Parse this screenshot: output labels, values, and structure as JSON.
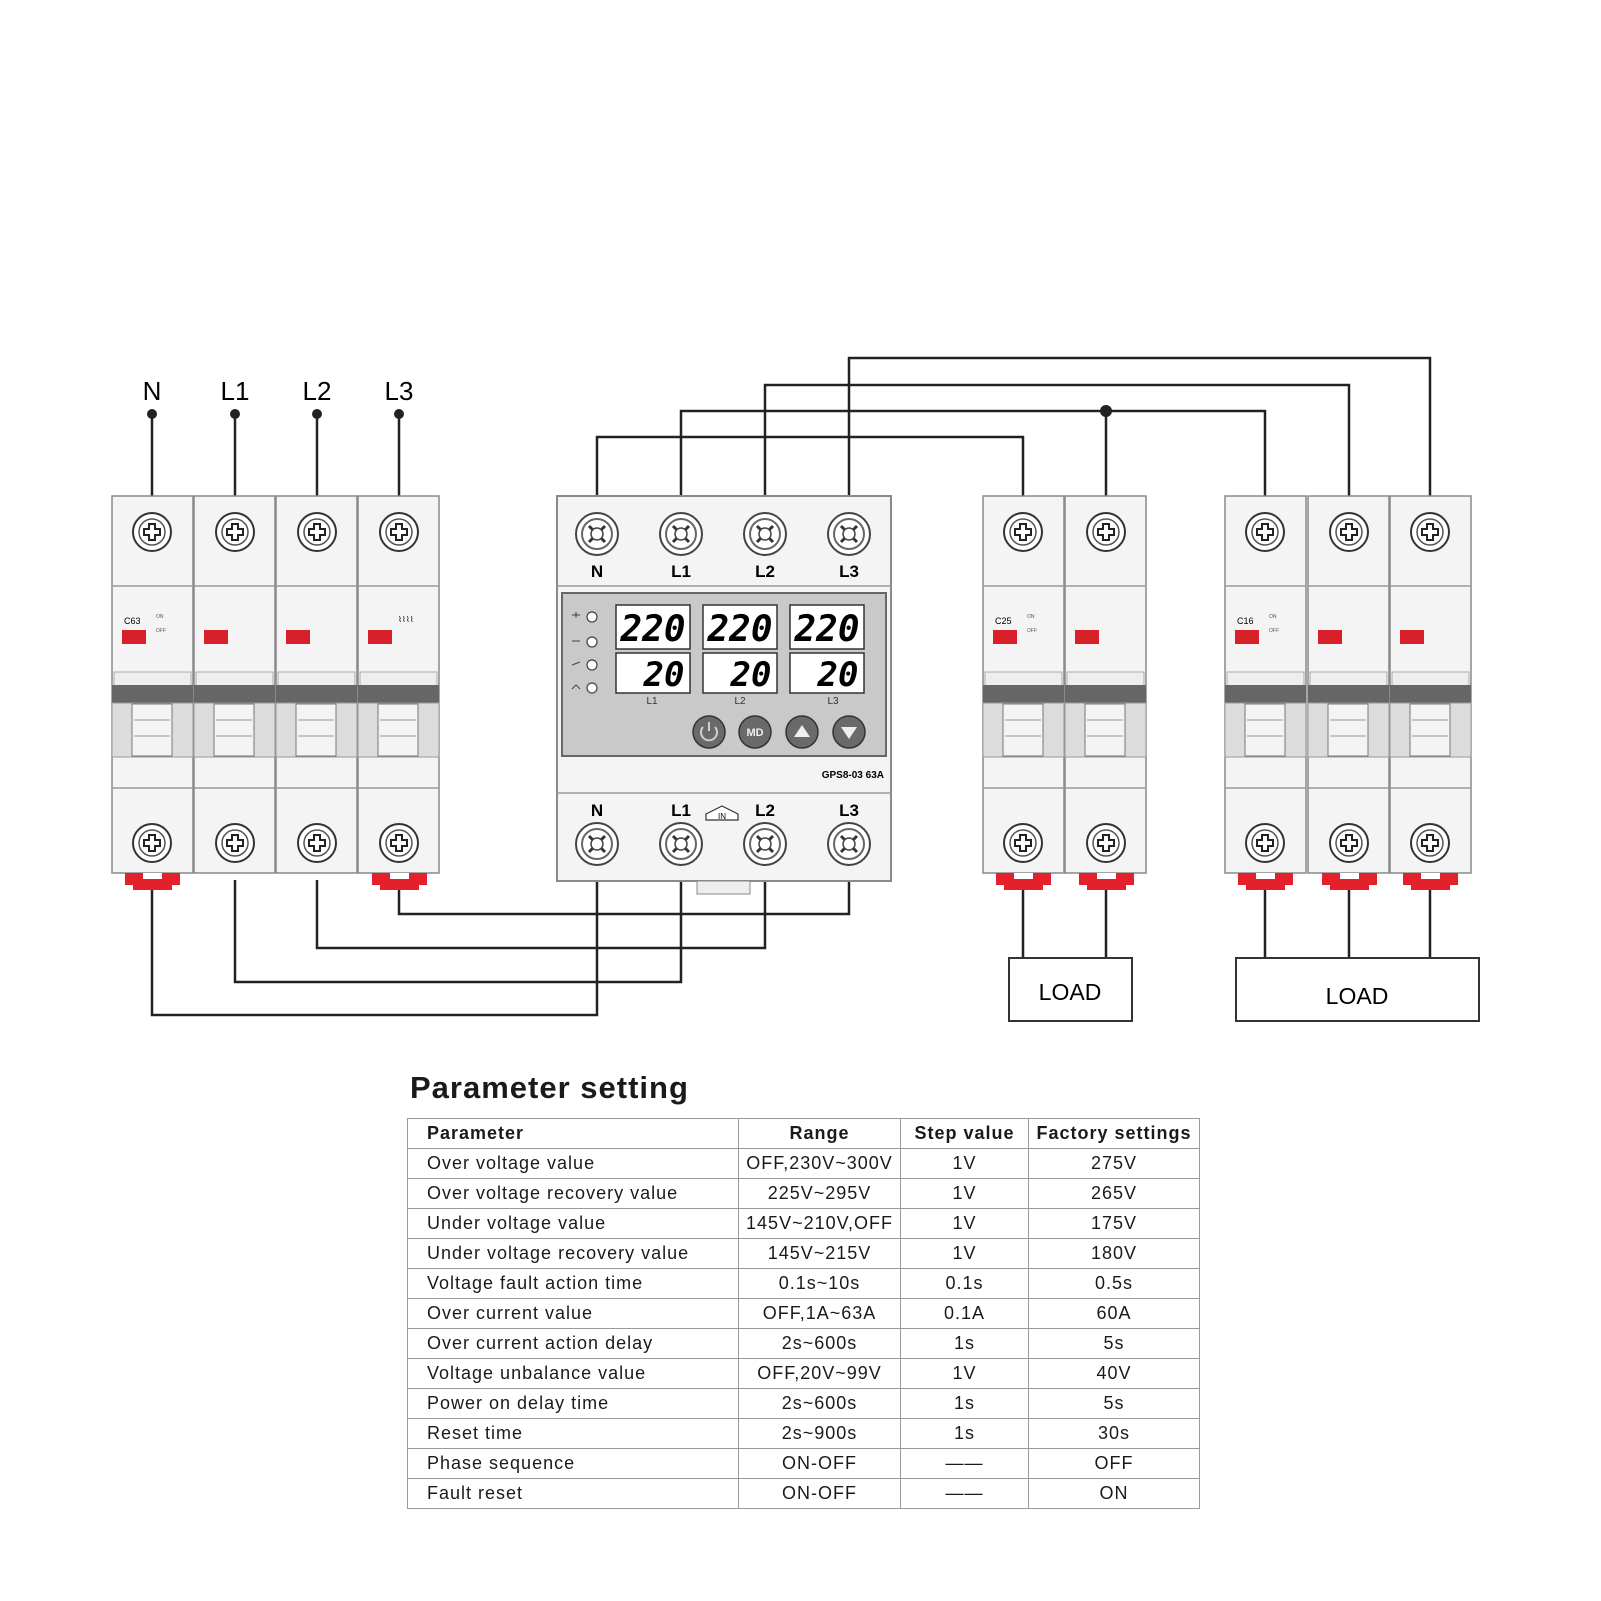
{
  "inputs": {
    "n": "N",
    "l1": "L1",
    "l2": "L2",
    "l3": "L3"
  },
  "breaker_main": {
    "rating": "C63",
    "on": "ON",
    "off": "OFF"
  },
  "breaker_load1": {
    "rating": "C25",
    "on": "ON",
    "off": "OFF"
  },
  "breaker_load2": {
    "rating": "C16",
    "on": "ON",
    "off": "OFF"
  },
  "protector": {
    "top_terminals": [
      "N",
      "L1",
      "L2",
      "L3"
    ],
    "bottom_terminals": [
      "N",
      "L1",
      "L2",
      "L3"
    ],
    "in_label": "IN",
    "voltage_readings": [
      "220",
      "220",
      "220"
    ],
    "current_readings": [
      "20",
      "20",
      "20"
    ],
    "phase_labels": [
      "L1",
      "L2",
      "L3"
    ],
    "md_button": "MD",
    "model": "GPS8-03 63A"
  },
  "loads": {
    "load1": "LOAD",
    "load2": "LOAD"
  },
  "parameter_setting": {
    "title": "Parameter setting",
    "headers": [
      "Parameter",
      "Range",
      "Step value",
      "Factory settings"
    ],
    "rows": [
      [
        "Over voltage  value",
        "OFF,230V~300V",
        "1V",
        "275V"
      ],
      [
        "Over voltage recovery  value",
        "225V~295V",
        "1V",
        "265V"
      ],
      [
        "Under voltage  value",
        "145V~210V,OFF",
        "1V",
        "175V"
      ],
      [
        "Under voltage recovery value",
        "145V~215V",
        "1V",
        "180V"
      ],
      [
        "Voltage fault action time",
        "0.1s~10s",
        "0.1s",
        "0.5s"
      ],
      [
        "Over current  value",
        "OFF,1A~63A",
        "0.1A",
        "60A"
      ],
      [
        "Over current action delay",
        "2s~600s",
        "1s",
        "5s"
      ],
      [
        "Voltage unbalance value",
        "OFF,20V~99V",
        "1V",
        "40V"
      ],
      [
        "Power on delay time",
        "2s~600s",
        "1s",
        "5s"
      ],
      [
        "Reset time",
        "2s~900s",
        "1s",
        "30s"
      ],
      [
        "Phase sequence",
        "ON-OFF",
        "——",
        "OFF"
      ],
      [
        "Fault reset",
        "ON-OFF",
        "——",
        "ON"
      ]
    ]
  }
}
